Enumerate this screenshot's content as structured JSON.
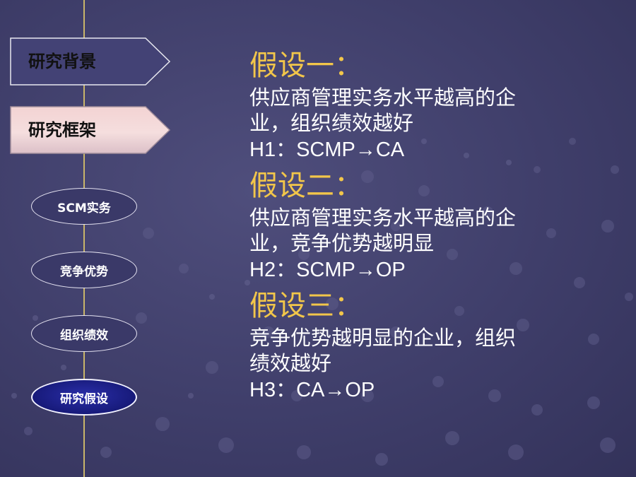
{
  "nav": {
    "arrows": [
      {
        "label": "研究背景",
        "active": false
      },
      {
        "label": "研究框架",
        "active": true
      }
    ],
    "ovals": [
      {
        "label": "SCM实务",
        "active": false
      },
      {
        "label": "竞争优势",
        "active": false
      },
      {
        "label": "组织绩效",
        "active": false
      },
      {
        "label": "研究假设",
        "active": true
      }
    ]
  },
  "hypotheses": [
    {
      "title": "假设一：",
      "body_line1": "供应商管理实务水平越高的企",
      "body_line2": "业，组织绩效越好",
      "formula": "H1：SCMP→CA"
    },
    {
      "title": "假设二：",
      "body_line1": "供应商管理实务水平越高的企",
      "body_line2": "业，竞争优势越明显",
      "formula": "H2：SCMP→OP"
    },
    {
      "title": "假设三：",
      "body_line1": "竞争优势越明显的企业，组织",
      "body_line2": "绩效越好",
      "formula": "H3：CA→OP"
    }
  ],
  "colors": {
    "title": "#f2c64a",
    "text": "#ffffff",
    "line": "#c9b56a",
    "active_oval": "#1a1d8a"
  }
}
